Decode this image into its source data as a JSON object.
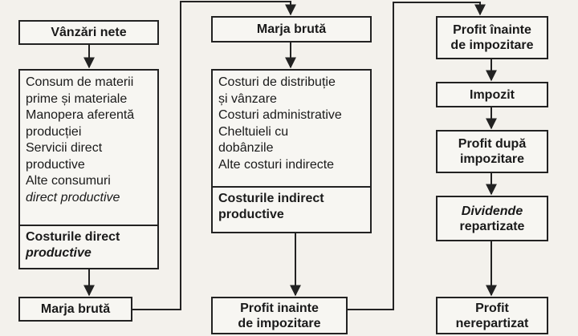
{
  "col1": {
    "title": "Vânzări nete",
    "items": [
      "Consum de materii",
      "prime și materiale",
      "Manopera aferentă",
      "producției",
      "Servicii direct",
      "productive",
      "Alte consumuri",
      "direct productive"
    ],
    "total": [
      "Costurile direct",
      "productive"
    ],
    "result": "Marja brută"
  },
  "col2": {
    "title": "Marja brută",
    "items": [
      "Costuri de distribuție",
      "și vânzare",
      "Costuri administrative",
      "Cheltuieli cu",
      "dobânzile",
      "Alte costuri indirecte"
    ],
    "total": [
      "Costurile indirect",
      "productive"
    ],
    "result": [
      "Profit inainte",
      "de impozitare"
    ]
  },
  "col3": {
    "title": [
      "Profit înainte",
      "de impozitare"
    ],
    "tax": "Impozit",
    "after_tax": [
      "Profit după",
      "impozitare"
    ],
    "dividends": [
      "Dividende",
      "repartizate"
    ],
    "retained": [
      "Profit",
      "nerepartizat"
    ]
  }
}
